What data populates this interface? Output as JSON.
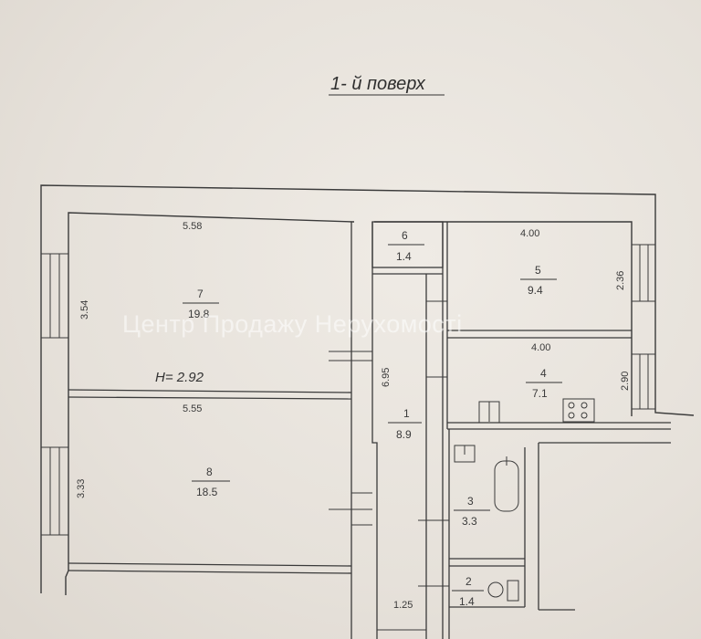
{
  "title": "1- й поверх",
  "watermark": "Центр Продажу Нерухомості",
  "ceiling_height_note": "H= 2.92",
  "rooms": [
    {
      "id": "7",
      "area": "19.8"
    },
    {
      "id": "8",
      "area": "18.5"
    },
    {
      "id": "6",
      "area": "1.4"
    },
    {
      "id": "5",
      "area": "9.4"
    },
    {
      "id": "4",
      "area": "7.1"
    },
    {
      "id": "1",
      "area": "8.9"
    },
    {
      "id": "3",
      "area": "3.3"
    },
    {
      "id": "2",
      "area": "1.4"
    }
  ],
  "dimensions": {
    "room7_width": "5.58",
    "room7_depth": "3.54",
    "room8_width": "5.55",
    "room8_depth": "3.33",
    "room5_width": "4.00",
    "room5_depth": "2.36",
    "room4_width": "4.00",
    "room4_depth": "2.90",
    "corridor_length": "6.95",
    "corridor_width": "1.25"
  },
  "colors": {
    "paper": "#e9e4dd",
    "ink": "#3a3a3a",
    "wall_fill": "#e7e2db"
  }
}
